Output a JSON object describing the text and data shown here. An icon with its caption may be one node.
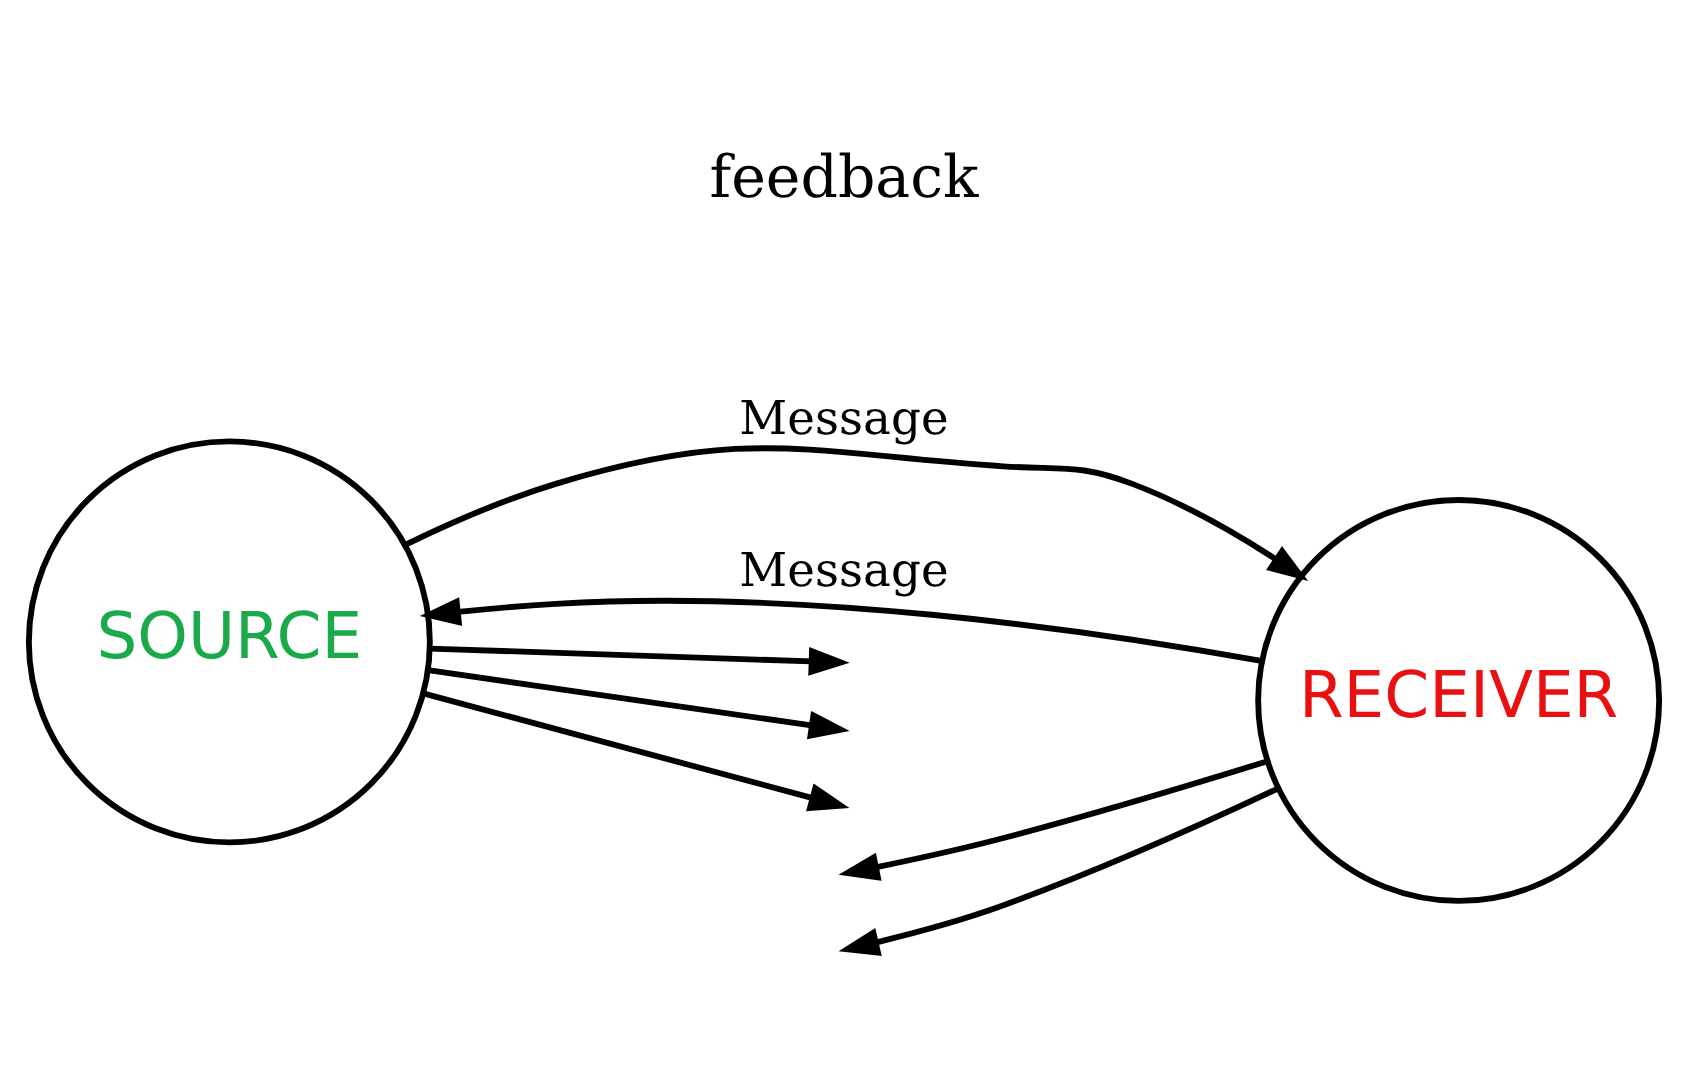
{
  "diagram": {
    "nodes": [
      {
        "text": [
          "SOURCE"
        ]
      },
      {
        "text": [
          "RECEIVER"
        ]
      }
    ],
    "edges": [
      {
        "from": 0,
        "to": 1,
        "arrow": "to",
        "label": "Message"
      },
      {
        "from": 0,
        "to": null,
        "arrow": "to"
      },
      {
        "from": 1,
        "to": null,
        "arrow": "to"
      },
      {
        "from": 0,
        "to": null,
        "arrow": "to"
      },
      {
        "from": 1,
        "to": null,
        "arrow": "to"
      },
      {
        "from": 0,
        "to": null,
        "arrow": "to"
      },
      {
        "from": 1,
        "to": 0,
        "arrow": "to",
        "label": "Message"
      }
    ],
    "labels": [
      "feedback"
    ]
  }
}
